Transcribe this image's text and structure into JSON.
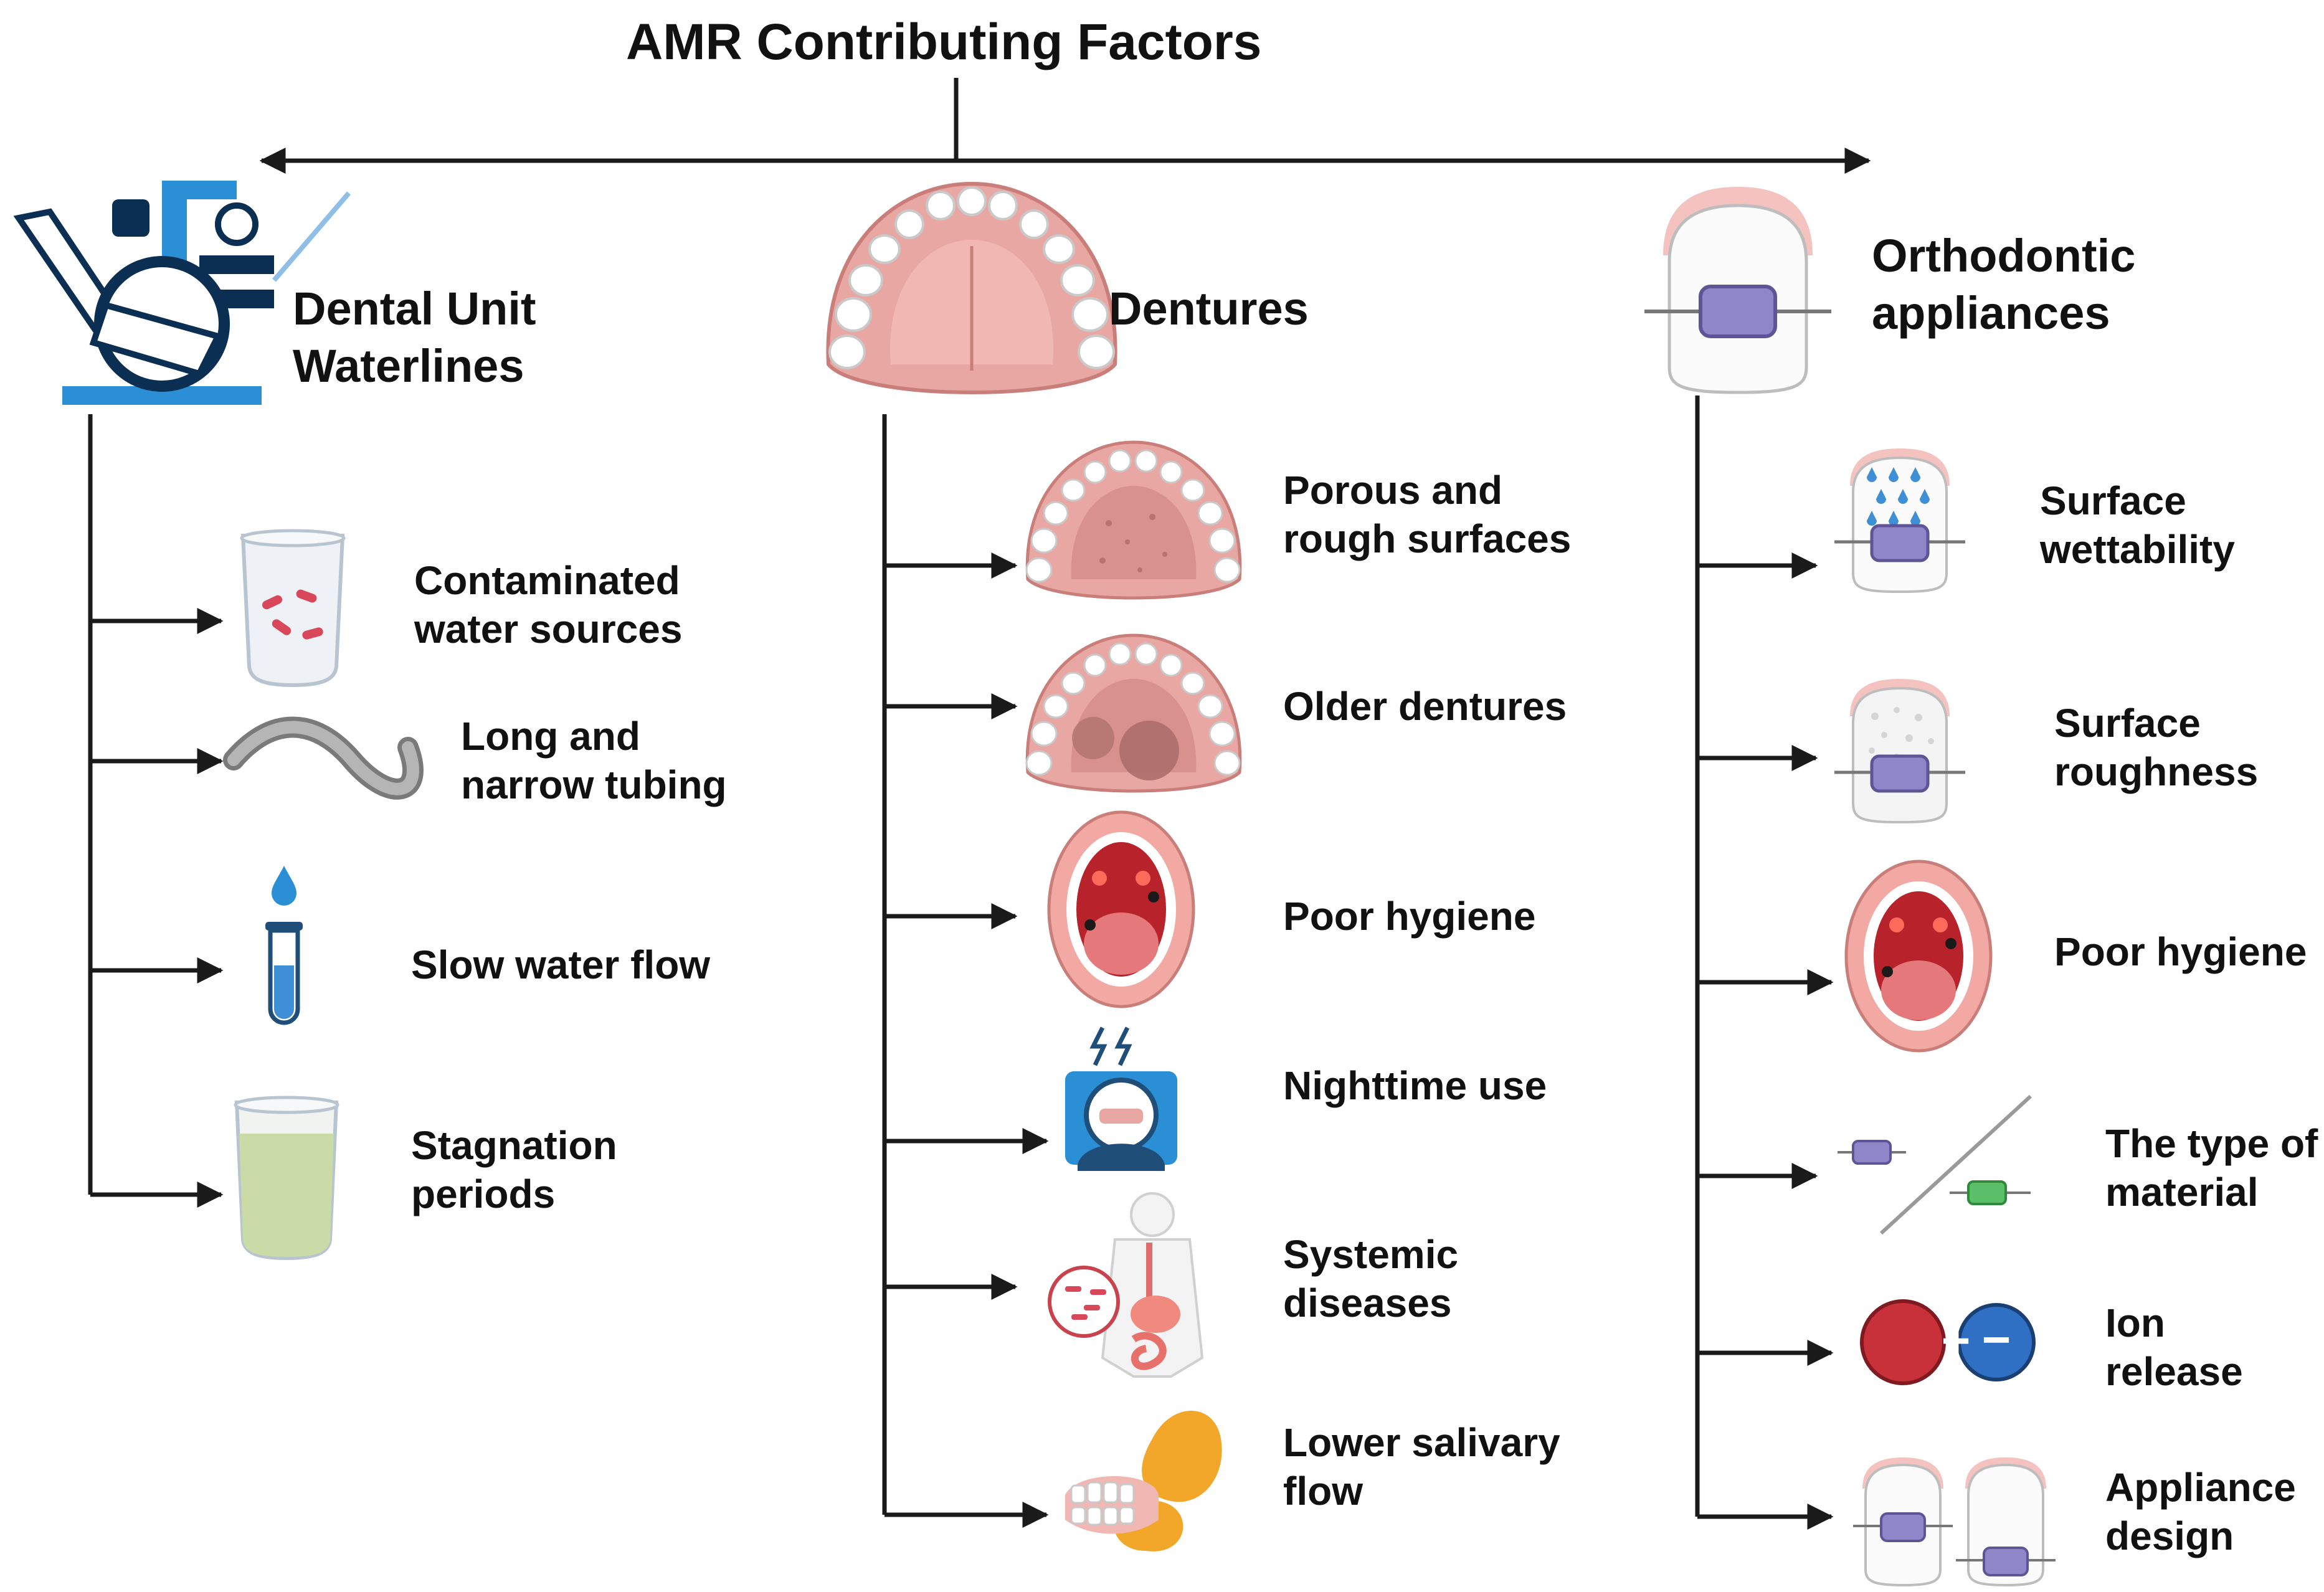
{
  "title": "AMR Contributing Factors",
  "colors": {
    "line": "#1a1a1a",
    "gum": "#e9a7a3",
    "gum_dark": "#c97e7a",
    "tooth": "#ffffff",
    "bracket": "#8f86c9",
    "bracket_green": "#5bbf6a",
    "water_blue": "#3f8fd6",
    "unit_blue": "#2a8fd4",
    "contaminated": "#d8485a",
    "stagnant": "#c9dca7",
    "plus_red": "#c9313a",
    "minus_blue": "#2f6fc4",
    "gland_orange": "#f2a72a",
    "throat_red": "#b8222b"
  },
  "categories": [
    {
      "heading": "Dental Unit\nWaterlines",
      "icon": "dental-chair-icon",
      "factors": [
        {
          "label": "Contaminated\nwater sources",
          "icon": "beaker-bacteria-icon"
        },
        {
          "label": "Long and\nnarrow tubing",
          "icon": "tubing-icon"
        },
        {
          "label": "Slow water flow",
          "icon": "test-tube-drop-icon"
        },
        {
          "label": "Stagnation\nperiods",
          "icon": "stagnant-beaker-icon"
        }
      ]
    },
    {
      "heading": "Dentures",
      "icon": "upper-denture-icon",
      "factors": [
        {
          "label": "Porous and\nrough surfaces",
          "icon": "porous-denture-icon"
        },
        {
          "label": "Older dentures",
          "icon": "old-denture-icon"
        },
        {
          "label": "Poor hygiene",
          "icon": "open-mouth-icon"
        },
        {
          "label": "Nighttime use",
          "icon": "sleeping-person-icon"
        },
        {
          "label": "Systemic\ndiseases",
          "icon": "body-organs-icon"
        },
        {
          "label": "Lower salivary\nflow",
          "icon": "salivary-gland-icon"
        }
      ]
    },
    {
      "heading": "Orthodontic\nappliances",
      "icon": "braced-tooth-icon",
      "factors": [
        {
          "label": "Surface\nwettability",
          "icon": "wet-tooth-icon"
        },
        {
          "label": "Surface\nroughness",
          "icon": "rough-tooth-icon"
        },
        {
          "label": "Poor hygiene",
          "icon": "open-mouth-icon"
        },
        {
          "label": "The type of\nmaterial",
          "icon": "bracket-materials-icon"
        },
        {
          "label": "Ion\nrelease",
          "icon": "ions-icon"
        },
        {
          "label": "Appliance\ndesign",
          "icon": "two-braced-teeth-icon"
        }
      ]
    }
  ],
  "ion_signs": {
    "plus": "+",
    "minus": "−"
  }
}
